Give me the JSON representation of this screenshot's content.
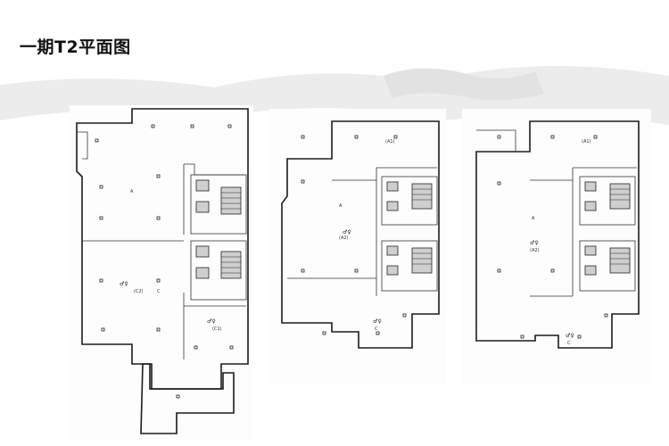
{
  "page": {
    "title": "一期T2平面图"
  },
  "plans": [
    {
      "zones": {
        "a": "A",
        "c2": "(C2)",
        "c": "C",
        "c1": "(C1)"
      }
    },
    {
      "zones": {
        "a1": "(A1)",
        "a": "A",
        "a2": "(A2)",
        "c": "C"
      }
    },
    {
      "zones": {
        "a1": "(A1)",
        "a": "A",
        "a2": "(A2)",
        "c": "C"
      }
    }
  ]
}
